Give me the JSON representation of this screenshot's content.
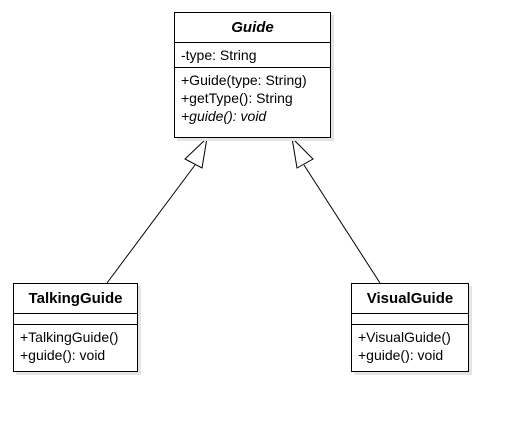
{
  "classes": {
    "guide": {
      "name": "Guide",
      "attributes": [
        "-type: String"
      ],
      "methods": [
        "+Guide(type: String)",
        "+getType(): String",
        "+guide(): void"
      ]
    },
    "talking_guide": {
      "name": "TalkingGuide",
      "attributes": [],
      "methods": [
        "+TalkingGuide()",
        "+guide(): void"
      ]
    },
    "visual_guide": {
      "name": "VisualGuide",
      "attributes": [],
      "methods": [
        "+VisualGuide()",
        "+guide(): void"
      ]
    }
  },
  "colors": {
    "line": "#000000",
    "fill": "#ffffff",
    "shadow": "#e4e4e4"
  }
}
